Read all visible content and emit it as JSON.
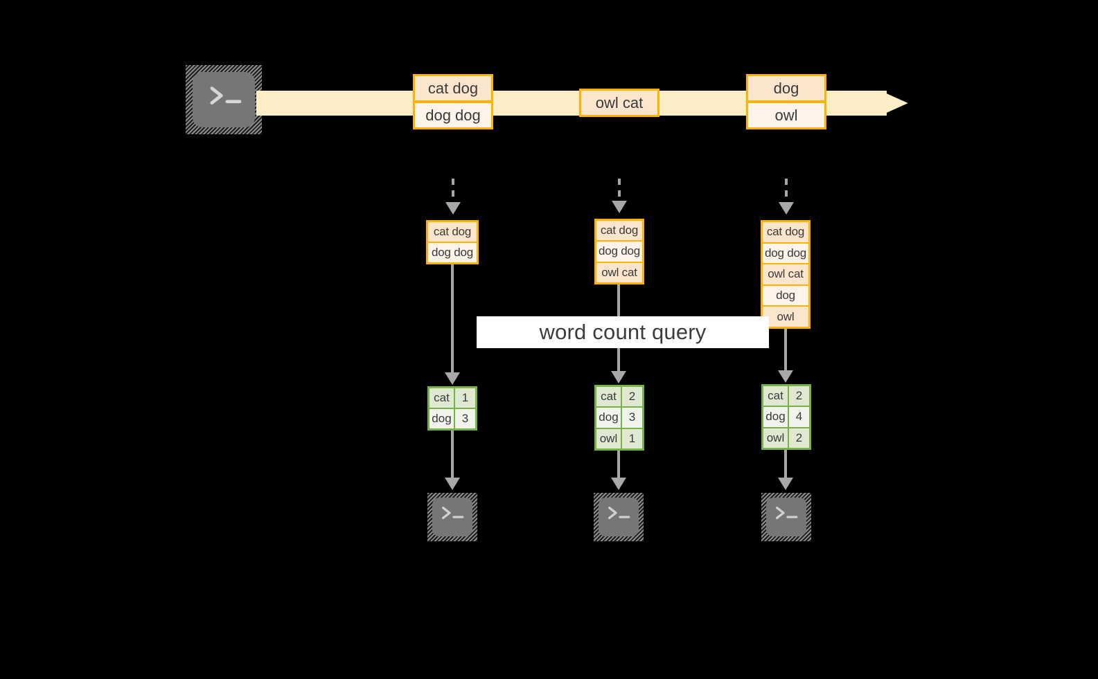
{
  "diagram": {
    "title": "word count query stream diagram",
    "query_label": "word count query",
    "colors": {
      "background": "#000000",
      "stream_band": "#fdeec8",
      "record_border": "#ffb300",
      "record_fill_dark": "#fce5cd",
      "record_fill_light": "#fdf3e8",
      "table_border": "#77b344",
      "table_fill_dark": "#dfe9d2",
      "table_fill_light": "#f0f4ec",
      "connector": "#a8a8a8",
      "terminal_fill": "#767676",
      "query_band": "#ffffff",
      "text": "#3a3a3a"
    }
  },
  "source": {
    "icon": "terminal-icon",
    "glyph": ">_"
  },
  "stream": {
    "groups": [
      {
        "name": "stream-group-1",
        "records": [
          {
            "text": "cat dog",
            "shade": "dark"
          },
          {
            "text": "dog dog",
            "shade": "light"
          }
        ]
      },
      {
        "name": "stream-group-2",
        "records": [
          {
            "text": "owl cat",
            "shade": "dark"
          }
        ]
      },
      {
        "name": "stream-group-3",
        "records": [
          {
            "text": "dog",
            "shade": "dark"
          },
          {
            "text": "owl",
            "shade": "light"
          }
        ]
      }
    ]
  },
  "columns": [
    {
      "name": "column-1",
      "stack": {
        "rows": [
          {
            "text": "cat dog",
            "shade": "dark"
          },
          {
            "text": "dog dog",
            "shade": "light"
          }
        ]
      },
      "result": {
        "rows": [
          {
            "word": "cat",
            "count": "1",
            "shade": "dark"
          },
          {
            "word": "dog",
            "count": "3",
            "shade": "light"
          }
        ]
      },
      "sink": {
        "icon": "terminal-icon",
        "glyph": ">_"
      }
    },
    {
      "name": "column-2",
      "stack": {
        "rows": [
          {
            "text": "cat dog",
            "shade": "dark"
          },
          {
            "text": "dog dog",
            "shade": "light"
          },
          {
            "text": "owl cat",
            "shade": "dark"
          }
        ]
      },
      "result": {
        "rows": [
          {
            "word": "cat",
            "count": "2",
            "shade": "dark"
          },
          {
            "word": "dog",
            "count": "3",
            "shade": "light"
          },
          {
            "word": "owl",
            "count": "1",
            "shade": "dark"
          }
        ]
      },
      "sink": {
        "icon": "terminal-icon",
        "glyph": ">_"
      }
    },
    {
      "name": "column-3",
      "stack": {
        "rows": [
          {
            "text": "cat dog",
            "shade": "dark"
          },
          {
            "text": "dog dog",
            "shade": "light"
          },
          {
            "text": "owl cat",
            "shade": "dark"
          },
          {
            "text": "dog",
            "shade": "light"
          },
          {
            "text": "owl",
            "shade": "dark"
          }
        ]
      },
      "result": {
        "rows": [
          {
            "word": "cat",
            "count": "2",
            "shade": "dark"
          },
          {
            "word": "dog",
            "count": "4",
            "shade": "light"
          },
          {
            "word": "owl",
            "count": "2",
            "shade": "dark"
          }
        ]
      },
      "sink": {
        "icon": "terminal-icon",
        "glyph": ">_"
      }
    }
  ]
}
